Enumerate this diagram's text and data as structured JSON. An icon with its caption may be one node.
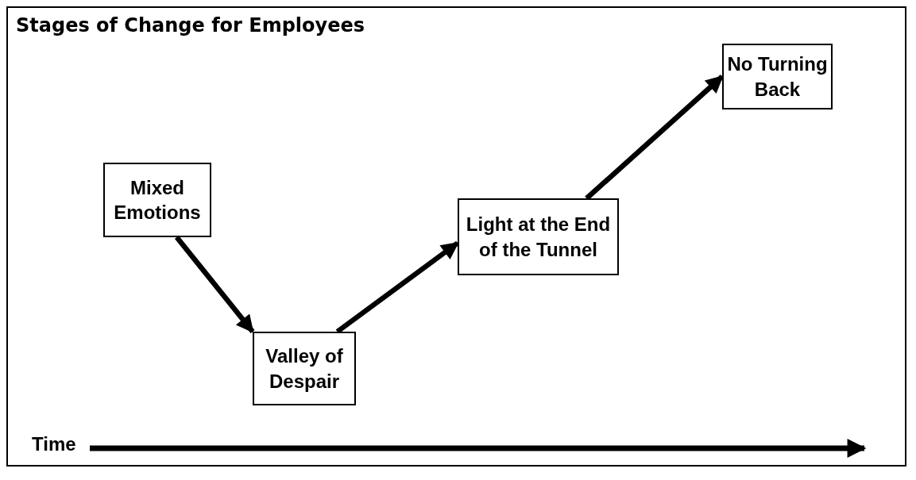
{
  "diagram": {
    "title": "Stages of Change for Employees",
    "nodes": [
      {
        "text": [
          "Mixed Emotions"
        ]
      },
      {
        "text": [
          "Valley of Despair"
        ]
      },
      {
        "text": [
          "Light at the End of the Tunnel"
        ]
      },
      {
        "text": [
          "No Turning Back"
        ]
      }
    ],
    "edges": [
      {
        "from": 0,
        "to": 1,
        "arrow": "to"
      },
      {
        "from": 1,
        "to": 2,
        "arrow": "to"
      },
      {
        "from": 2,
        "to": 3,
        "arrow": "to"
      }
    ],
    "labels": [
      "Time"
    ]
  }
}
